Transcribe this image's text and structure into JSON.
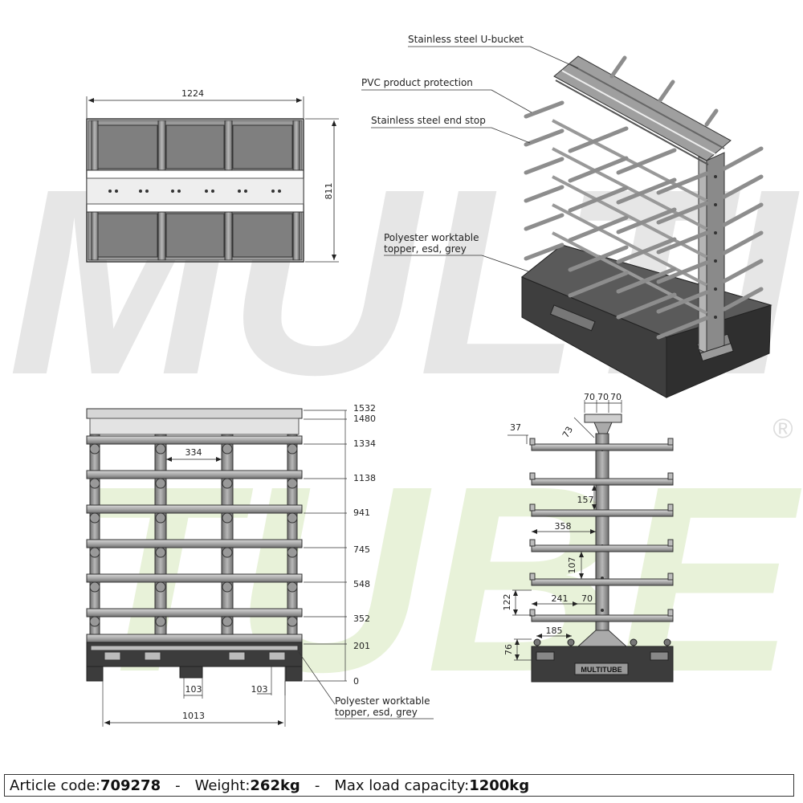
{
  "watermark": {
    "line1": "MULTI",
    "line2": "TUBE",
    "reg": "®",
    "color1": "#e6e6e6",
    "color2": "#e8f2d9"
  },
  "callouts": {
    "u_bucket": "Stainless steel U-bucket",
    "pvc": "PVC product protection",
    "end_stop": "Stainless steel end stop",
    "topper_1": "Polyester worktable",
    "topper_2": "topper, esd, grey",
    "bottom_topper_1": "Polyester worktable",
    "bottom_topper_2": "topper, esd, grey"
  },
  "top_view": {
    "width": "1224",
    "depth": "811"
  },
  "front_view": {
    "levels": [
      "1532",
      "1480",
      "1334",
      "1138",
      "941",
      "745",
      "548",
      "352",
      "201",
      "0"
    ],
    "spacing": "334",
    "foot_a": "103",
    "foot_b": "103",
    "base_width": "1013"
  },
  "side_view": {
    "top_a": "70",
    "top_b": "70",
    "top_c": "70",
    "angle": "73",
    "tip": "37",
    "gap": "157",
    "arm_length": "358",
    "vertical": "107",
    "pitch": "122",
    "arm_mid": "241",
    "arm_mid_b": "70",
    "bottom_arm": "185",
    "base_height": "76",
    "brand": "MULTITUBE"
  },
  "info": {
    "article_label": "Article code:",
    "article_value": "709278",
    "weight_label": "Weight:",
    "weight_value": "262kg",
    "load_label": "Max load capacity:",
    "load_value": "1200kg",
    "separator": "-"
  }
}
